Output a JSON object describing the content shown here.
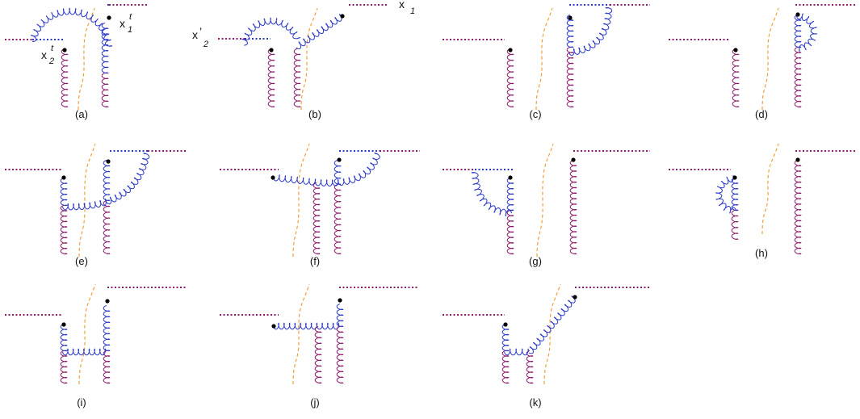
{
  "colors": {
    "quark_line": "#8b1a6b",
    "blue_line": "#2a39c7",
    "cut_line": "#f0982c",
    "vertex": "#000000",
    "label": "#111111"
  },
  "labels": {
    "panel_a": "(a)",
    "panel_b": "(b)",
    "panel_c": "(c)",
    "panel_d": "(d)",
    "panel_e": "(e)",
    "panel_f": "(f)",
    "panel_g": "(g)",
    "panel_h": "(h)",
    "panel_i": "(i)",
    "panel_j": "(j)",
    "panel_k": "(k)",
    "x1t_base": "x",
    "x1t_sup": "t",
    "x1t_sub": "1",
    "x2t_base": "x",
    "x2t_sup": "t",
    "x2t_sub": "2",
    "x1p_base": "x",
    "x1p_prime": "’",
    "x1p_sub": "1",
    "x2p_base": "x",
    "x2p_prime": "’",
    "x2p_sub": "2"
  }
}
